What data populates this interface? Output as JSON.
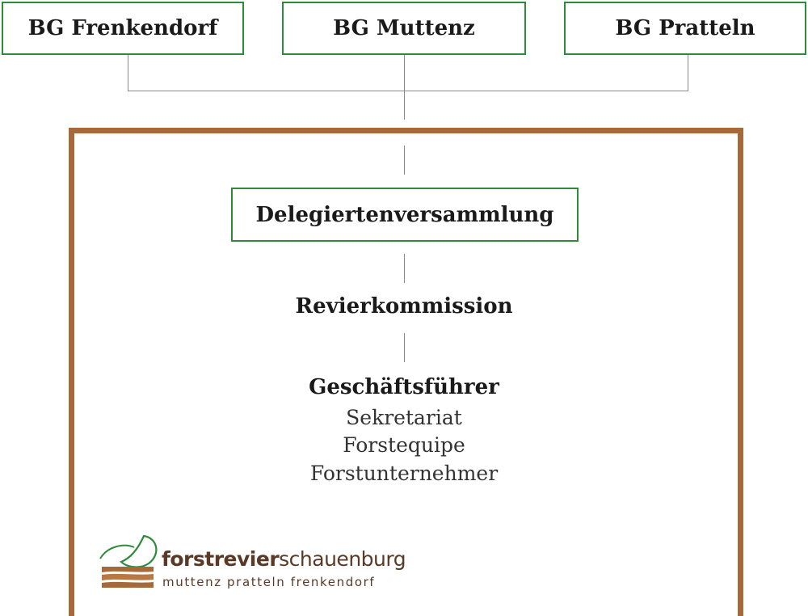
{
  "top_boxes": [
    {
      "label": "BG Frenkendorf"
    },
    {
      "label": "BG Muttenz"
    },
    {
      "label": "BG Pratteln"
    }
  ],
  "delegiertenversammlung": "Delegiertenversammlung",
  "revierkommission": "Revierkommission",
  "geschaeftsfuehrer": "Geschäftsführer",
  "staff": [
    "Sekretariat",
    "Forstequipe",
    "Forstunternehmer"
  ],
  "logo": {
    "name_bold": "forstrevier",
    "name_light": "schauenburg",
    "subtitle": "muttenz pratteln frenkendorf"
  },
  "colors": {
    "box_border": "#2e8b3c",
    "frame": "#a8693a",
    "connector": "#8a8a8a"
  }
}
